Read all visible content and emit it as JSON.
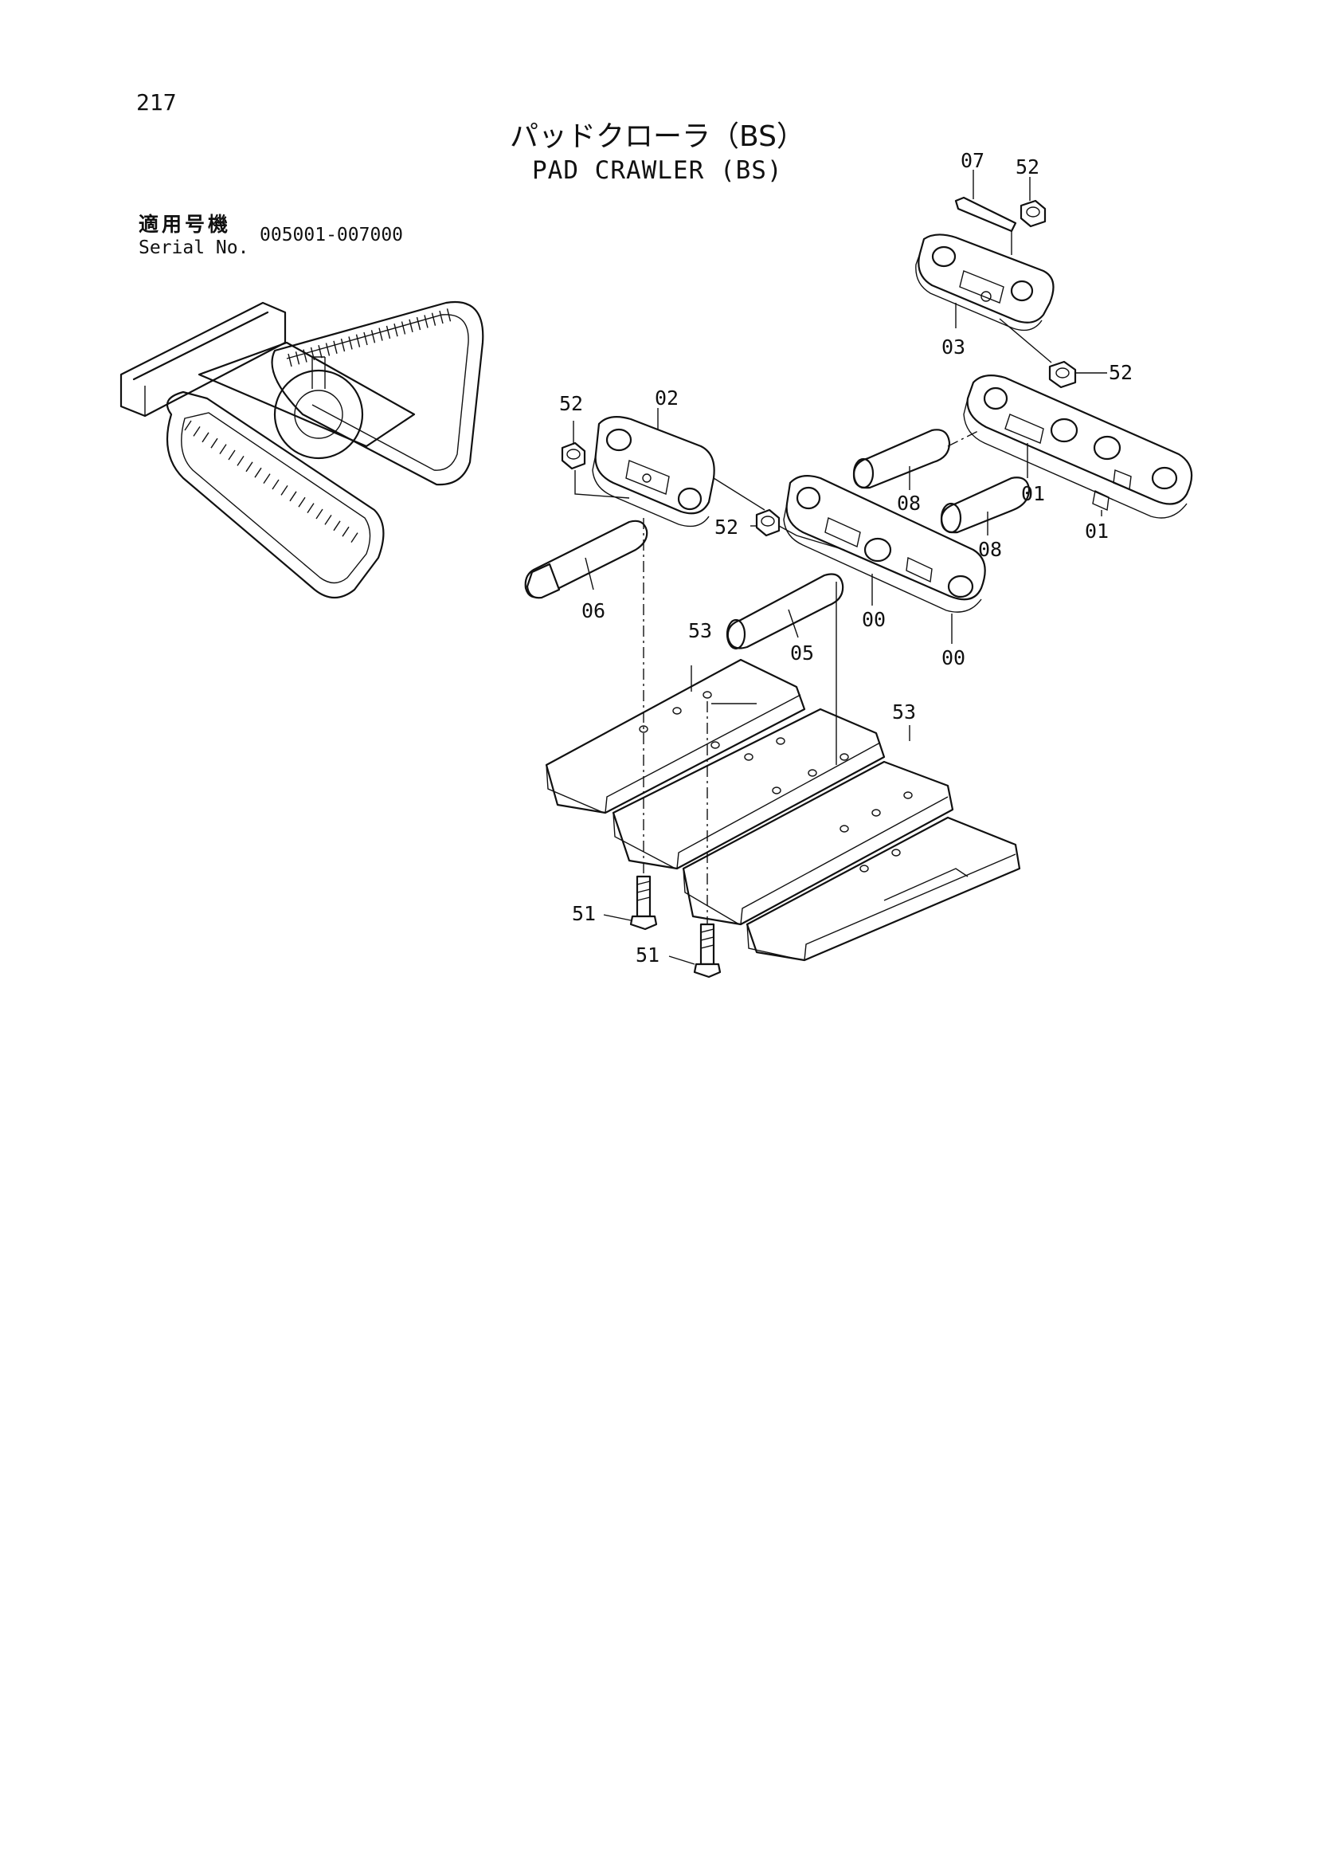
{
  "page": {
    "number": "217",
    "title_jp": "パッドクローラ（BS）",
    "title_en": "PAD CRAWLER (BS)",
    "serial_label_jp": "適用号機",
    "serial_label_en": "Serial No.",
    "serial_range": "005001-007000"
  },
  "callouts": {
    "c07": "07",
    "c52_top": "52",
    "c03": "03",
    "c52_right": "52",
    "c52_left": "52",
    "c02": "02",
    "c08_a": "08",
    "c08_b": "08",
    "c01_a": "01",
    "c01_b": "01",
    "c52_mid": "52",
    "c06": "06",
    "c00_a": "00",
    "c00_b": "00",
    "c05": "05",
    "c53_a": "53",
    "c53_b": "53",
    "c51_a": "51",
    "c51_b": "51"
  }
}
